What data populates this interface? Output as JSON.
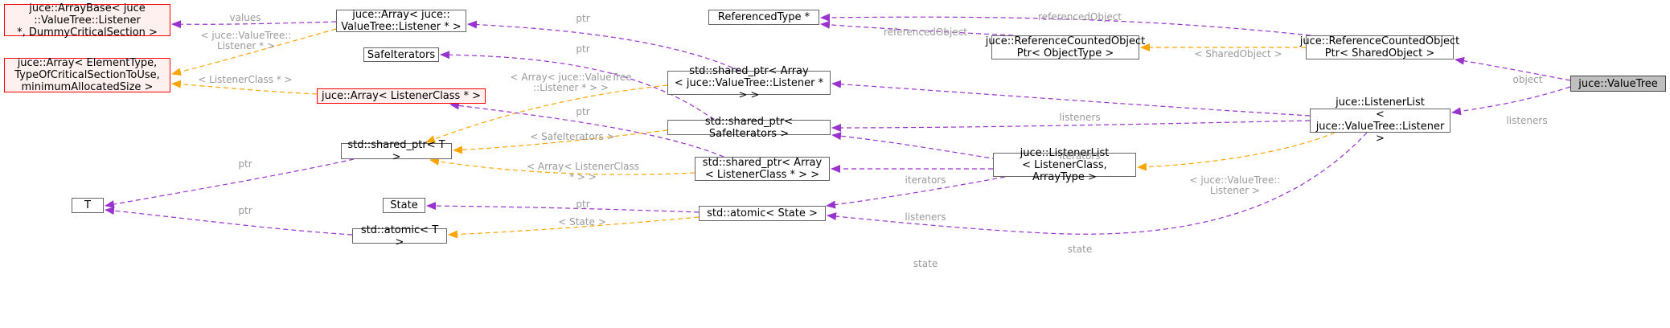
{
  "colors": {
    "usage": "#9a32cd",
    "template": "#ffa500",
    "label": "#9a9a9a",
    "node_border": "#666666",
    "red_border": "#ff0000",
    "focus_fill": "#bfbfbf"
  },
  "nodes": {
    "arraybase": "juce::ArrayBase< juce\n::ValueTree::Listener\n *, DummyCriticalSection >",
    "array_elementtype": "juce::Array< ElementType,\n TypeOfCriticalSectionToUse,\n minimumAllocatedSize >",
    "array_listener_ptr": "juce::Array< juce::\nValueTree::Listener * >",
    "safeiterators": "SafeIterators",
    "array_listenerclass": "juce::Array< ListenerClass * >",
    "shared_ptr_t": "std::shared_ptr< T >",
    "t": "T",
    "state": "State",
    "atomic_t": "std::atomic< T >",
    "referencedtype": "ReferencedType *",
    "refptr_objecttype": "juce::ReferenceCountedObject\nPtr< ObjectType >",
    "refptr_sharedobject": "juce::ReferenceCountedObject\nPtr< SharedObject >",
    "sp_array_listener": "std::shared_ptr< Array\n< juce::ValueTree::Listener * > >",
    "sp_safeiterators": "std::shared_ptr< SafeIterators >",
    "sp_array_listenerclass": "std::shared_ptr< Array\n< ListenerClass * > >",
    "atomic_state": "std::atomic< State >",
    "listenerlist_generic": "juce::ListenerList\n< ListenerClass, ArrayType >",
    "listenerlist_valuetree": "juce::ListenerList\n< juce::ValueTree::Listener >",
    "valuetree": "juce::ValueTree"
  },
  "edge_labels": {
    "values": "values",
    "vt_listener_tpl": "< juce::ValueTree::\nListener * >",
    "listenerclass_tpl": "< ListenerClass * >",
    "ptr_array_listener": "ptr",
    "ptr_safeiterators": "ptr",
    "array_vt_listener_tpl": "< Array< juce::ValueTree\n::Listener * > >",
    "ptr_array_listenerclass": "ptr",
    "safeiterators_tpl": "< SafeIterators >",
    "array_listenerclass_tpl": "< Array< ListenerClass\n* > >",
    "ptr_sharedptr_t": "ptr",
    "ptr_atomic_t": "ptr",
    "ptr_state": "ptr",
    "state_tpl": "< State >",
    "referencedobject_1": "referencedObject",
    "referencedobject_2": "referencedObject",
    "sharedobject_tpl": "< SharedObject >",
    "object": "object",
    "listeners_vt": "listeners",
    "listeners_main": "listeners",
    "iterators_main": "iterators",
    "iterators_generic": "iterators",
    "listeners_generic": "listeners",
    "state_generic": "state",
    "state_main": "state",
    "vt_listener_tpl2": "< juce::ValueTree::\nListener >"
  }
}
